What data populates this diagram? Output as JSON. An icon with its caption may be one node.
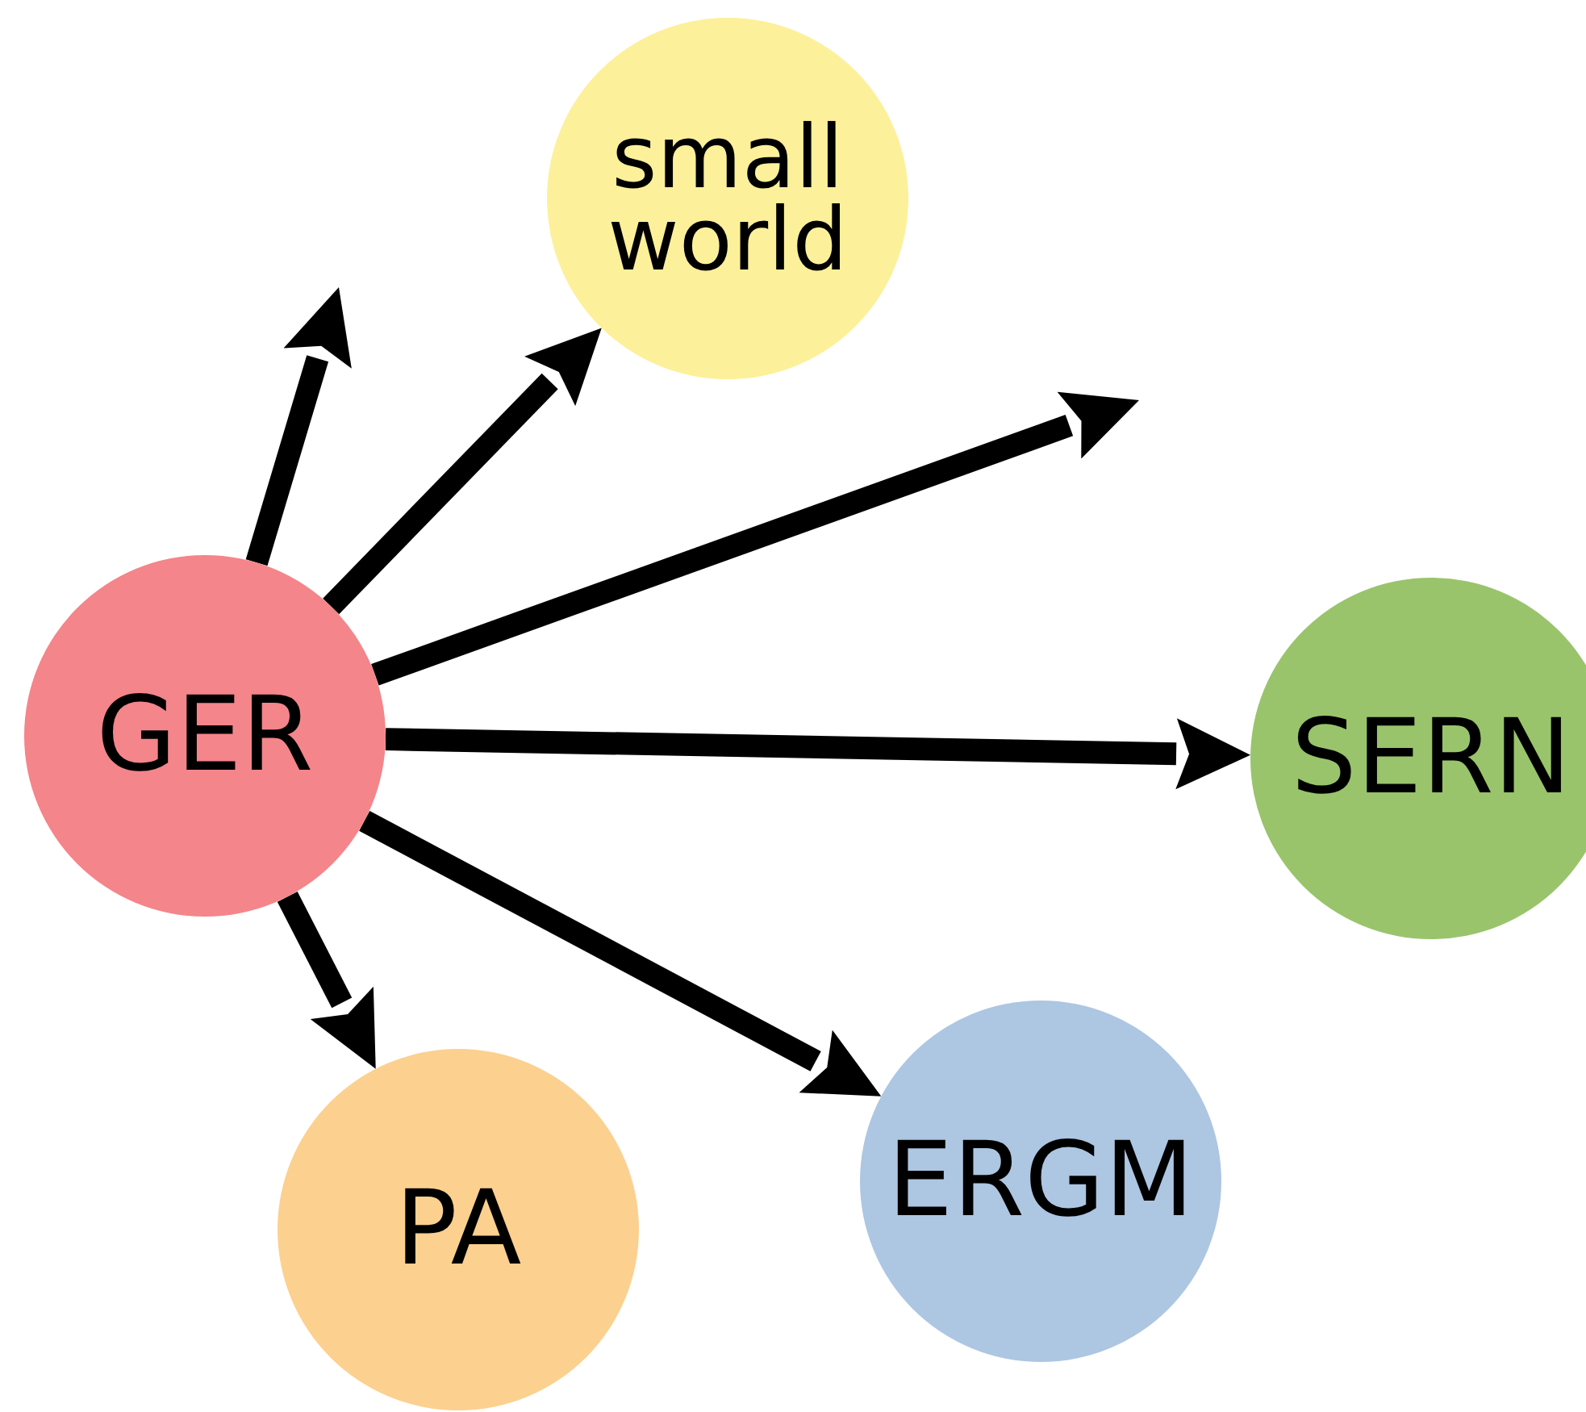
{
  "diagram": {
    "nodes": [
      {
        "text": [
          "GER"
        ]
      },
      {
        "text": [
          "small world"
        ]
      },
      {
        "text": [
          "SERN"
        ]
      },
      {
        "text": [
          "PA"
        ]
      },
      {
        "text": [
          "ERGM"
        ]
      }
    ],
    "edges": [
      {
        "from": 0,
        "to": null,
        "arrow": "to"
      },
      {
        "from": 0,
        "to": 1,
        "arrow": "to"
      },
      {
        "from": 0,
        "to": null,
        "arrow": "to"
      },
      {
        "from": 0,
        "to": 2,
        "arrow": "to"
      },
      {
        "from": 0,
        "to": 3,
        "arrow": "to"
      },
      {
        "from": 0,
        "to": 4,
        "arrow": "to"
      }
    ]
  }
}
